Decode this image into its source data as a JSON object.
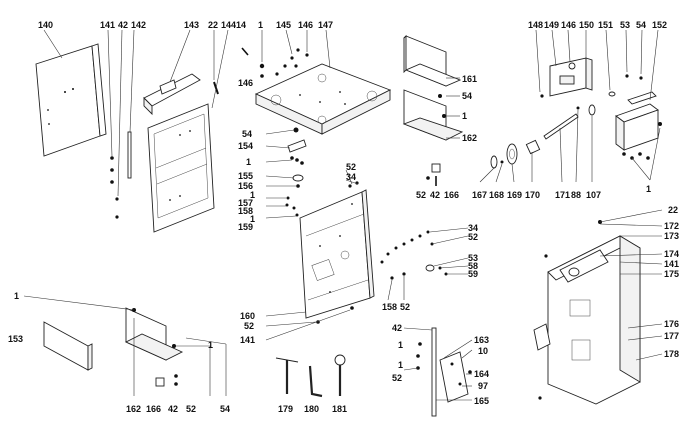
{
  "diagram": {
    "labels": {
      "140": "140",
      "141": "141",
      "142": "142",
      "143": "143",
      "22": "22",
      "144": "144",
      "14": "14",
      "1": "1",
      "145": "145",
      "146": "146",
      "147": "147",
      "148": "148",
      "149": "149",
      "150": "150",
      "151": "151",
      "53": "53",
      "54": "54",
      "152": "152",
      "161": "161",
      "162": "162",
      "154": "154",
      "155": "155",
      "156": "156",
      "157": "157",
      "158": "158",
      "159": "159",
      "52": "52",
      "34": "34",
      "42": "42",
      "166": "166",
      "167": "167",
      "168": "168",
      "169": "169",
      "170": "170",
      "171": "171",
      "88": "88",
      "107": "107",
      "172": "172",
      "173": "173",
      "174": "174",
      "175": "175",
      "153": "153",
      "160": "160",
      "163": "163",
      "10": "10",
      "164": "164",
      "97": "97",
      "165": "165",
      "176": "176",
      "177": "177",
      "178": "178",
      "179": "179",
      "180": "180",
      "181": "181",
      "58": "58",
      "59": "59"
    }
  }
}
